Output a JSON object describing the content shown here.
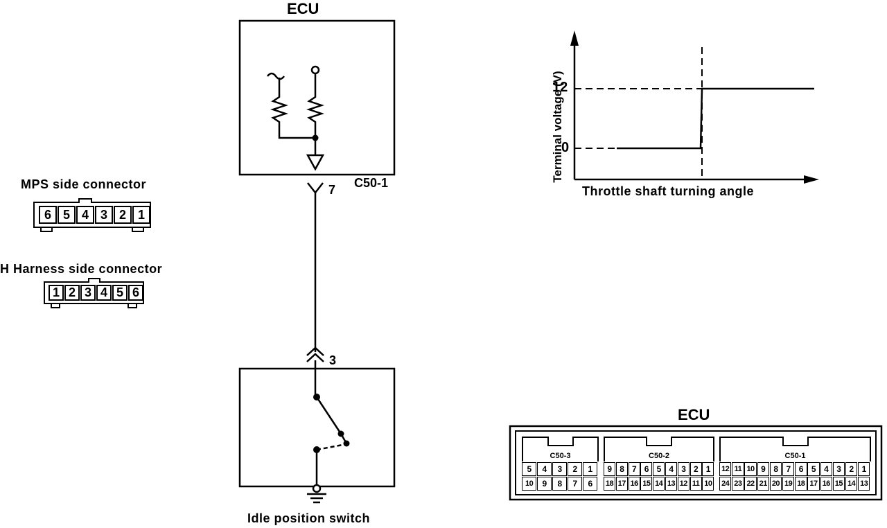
{
  "circuit": {
    "ecu_title": "ECU",
    "ecu_connector_id": "C50-1",
    "ecu_pin": "7",
    "switch_pin": "3",
    "switch_label": "Idle position switch"
  },
  "connectors": {
    "mps_label": "MPS side connector",
    "mps_pins": [
      "6",
      "5",
      "4",
      "3",
      "2",
      "1"
    ],
    "harness_label": "H Harness side connector",
    "harness_pins": [
      "1",
      "2",
      "3",
      "4",
      "5",
      "6"
    ]
  },
  "graph": {
    "y_axis_label": "Terminal voltage (V)",
    "x_axis_label": "Throttle shaft turning angle",
    "y_tick_high": "12",
    "y_tick_low": "0"
  },
  "ecu_block": {
    "title": "ECU",
    "groups": [
      {
        "name": "C50-3",
        "top_pins": [
          "5",
          "4",
          "3",
          "2",
          "1"
        ],
        "bottom_pins": [
          "10",
          "9",
          "8",
          "7",
          "6"
        ]
      },
      {
        "name": "C50-2",
        "top_pins": [
          "9",
          "8",
          "7",
          "6",
          "5",
          "4",
          "3",
          "2",
          "1"
        ],
        "bottom_pins": [
          "18",
          "17",
          "16",
          "15",
          "14",
          "13",
          "12",
          "11",
          "10"
        ]
      },
      {
        "name": "C50-1",
        "top_pins": [
          "12",
          "11",
          "10",
          "9",
          "8",
          "7",
          "6",
          "5",
          "4",
          "3",
          "2",
          "1"
        ],
        "bottom_pins": [
          "24",
          "23",
          "22",
          "21",
          "20",
          "19",
          "18",
          "17",
          "16",
          "15",
          "14",
          "13"
        ]
      }
    ]
  }
}
